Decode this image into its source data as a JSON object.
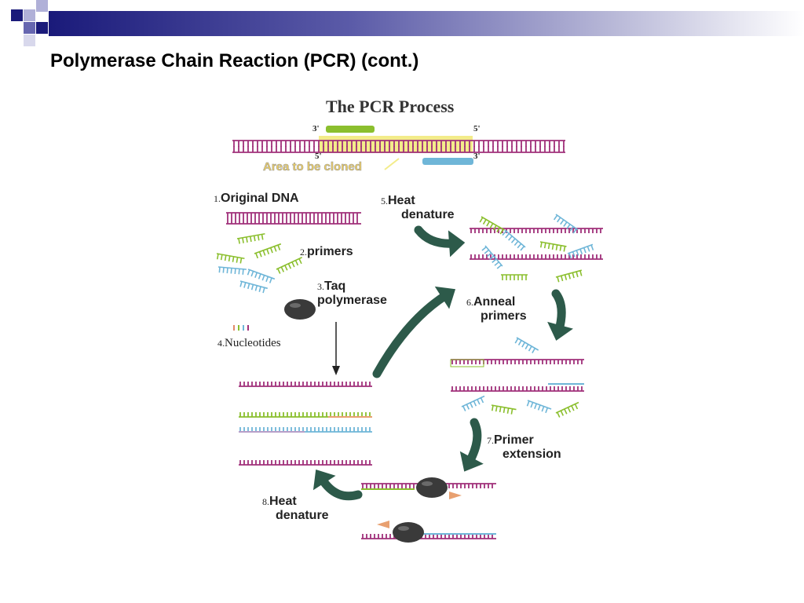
{
  "slide": {
    "title": "Polymerase Chain Reaction (PCR) (cont.)"
  },
  "diagram": {
    "heading": "The PCR Process",
    "ends": {
      "top_left": "3'",
      "top_right": "5'",
      "bottom_left": "5'",
      "bottom_right": "3'"
    },
    "area_label": "Area to be cloned",
    "steps": [
      {
        "num": "1.",
        "label": "Original DNA"
      },
      {
        "num": "2.",
        "label": "primers"
      },
      {
        "num": "3.",
        "label": "Taq",
        "label2": "polymerase"
      },
      {
        "num": "4.",
        "label": "Nucleotides"
      },
      {
        "num": "5.",
        "label": "Heat",
        "label2": "denature"
      },
      {
        "num": "6.",
        "label": "Anneal",
        "label2": "primers"
      },
      {
        "num": "7.",
        "label": "Primer",
        "label2": "extension"
      },
      {
        "num": "8.",
        "label": "Heat",
        "label2": "denature"
      }
    ]
  },
  "colors": {
    "dna": "#a0307a",
    "primer_green": "#8bbf2e",
    "primer_blue": "#6fb6d8",
    "highlight": "#f3ec8a",
    "arrow": "#2d5a4a",
    "polymerase": "#3a3a3a",
    "title_bar": "#1a1a7a",
    "orange": "#e8a070"
  }
}
